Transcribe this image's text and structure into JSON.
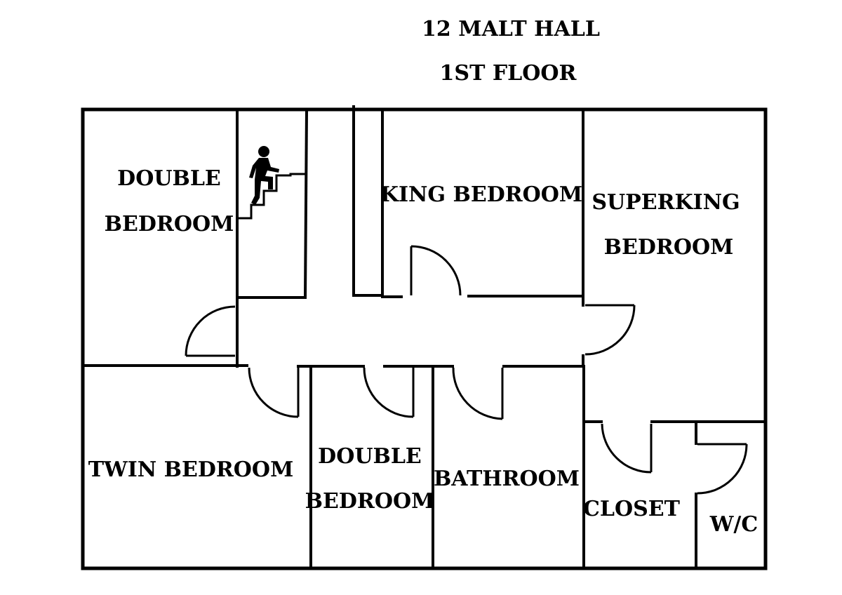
{
  "title": {
    "line1": "12 MALT HALL",
    "line2": "1ST FLOOR"
  },
  "rooms": {
    "double_bedroom_top": {
      "line1": "DOUBLE",
      "line2": "BEDROOM"
    },
    "king_bedroom": {
      "line1": "KING BEDROOM"
    },
    "superking_bedroom": {
      "line1": "SUPERKING",
      "line2": "BEDROOM"
    },
    "twin_bedroom": {
      "line1": "TWIN BEDROOM"
    },
    "double_bedroom_bottom": {
      "line1": "DOUBLE",
      "line2": "BEDROOM"
    },
    "bathroom": {
      "line1": "BATHROOM"
    },
    "closet": {
      "line1": "CLOSET"
    },
    "wc": {
      "line1": "W/C"
    }
  },
  "icons": {
    "stairs": "stairs-icon",
    "person": "person-climbing-icon"
  }
}
